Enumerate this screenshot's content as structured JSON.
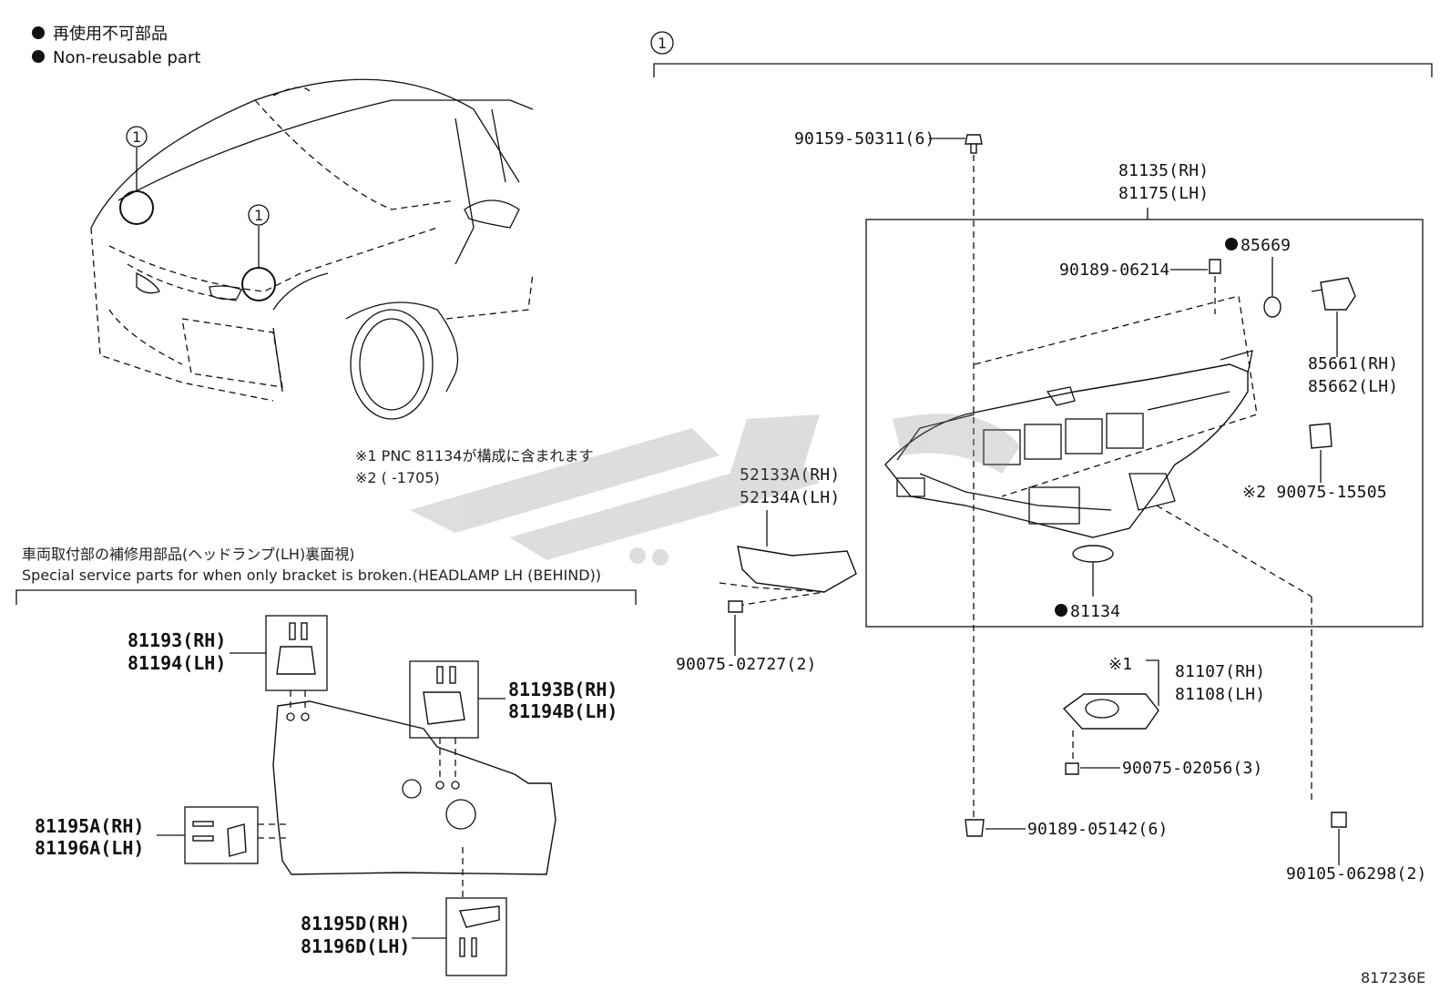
{
  "legend": {
    "jp": "再使用不可部品",
    "en": "Non-reusable part"
  },
  "callout_number": "1",
  "notes": {
    "note1": "※1 PNC 81134が構成に含まれます",
    "note2": "※2 (      -1705)"
  },
  "service_section": {
    "title_jp": "車両取付部の補修用部品(ヘッドランプ(LH)裏面視)",
    "title_en": "Special service parts for when only bracket is broken.(HEADLAMP LH (BEHIND))"
  },
  "parts": {
    "p90159": "90159-50311(6)",
    "p81135": "81135(RH)",
    "p81175": "81175(LH)",
    "p85669": "85669",
    "p90189a": "90189-06214",
    "p85661": "85661(RH)",
    "p85662": "85662(LH)",
    "p90075a": "※2 90075-15505",
    "p52133": "52133A(RH)",
    "p52134": "52134A(LH)",
    "p81134": "81134",
    "p90075b": "90075-02727(2)",
    "p81107_mark": "※1",
    "p81107": "81107(RH)",
    "p81108": "81108(LH)",
    "p90075c": "90075-02056(3)",
    "p90189b": "90189-05142(6)",
    "p90105": "90105-06298(2)",
    "p81193": "81193(RH)",
    "p81194": "81194(LH)",
    "p81193b": "81193B(RH)",
    "p81194b": "81194B(LH)",
    "p81195a": "81195A(RH)",
    "p81196a": "81196A(LH)",
    "p81195d": "81195D(RH)",
    "p81196d": "81196D(LH)"
  },
  "diagram_id": "817236E"
}
